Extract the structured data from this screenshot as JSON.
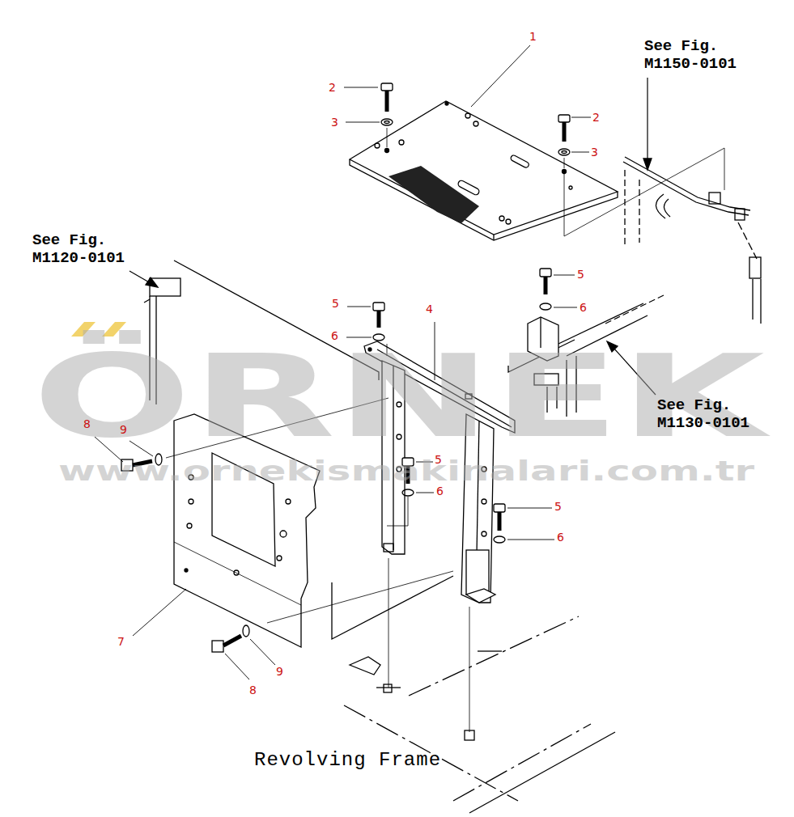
{
  "diagram": {
    "labels": [
      "1",
      "2",
      "3",
      "2",
      "3",
      "See Fig. M1150-0101",
      "See Fig. M1120-0101",
      "5",
      "6",
      "5",
      "6",
      "4",
      "ÖRNEK",
      "See Fig. M1130-0101",
      "9",
      "8",
      "www.ornekismakinalari.com.tr",
      "5",
      "6",
      "5",
      "6",
      "7",
      "9",
      "8",
      "Revolving Frame"
    ]
  }
}
